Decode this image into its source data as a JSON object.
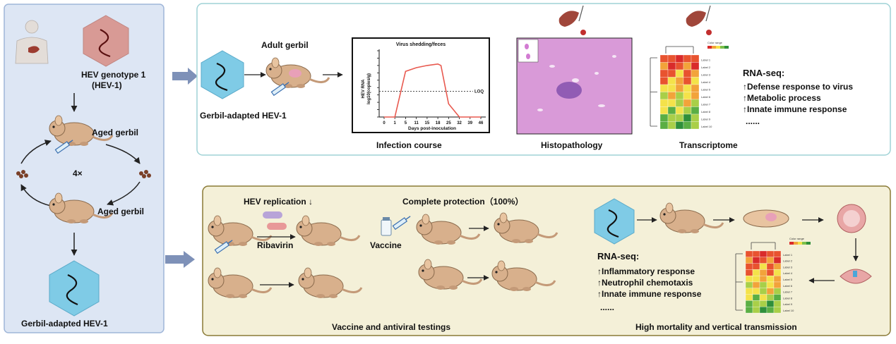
{
  "left_panel": {
    "genotype_label_line1": "HEV genotype 1",
    "genotype_label_line2": "(HEV-1)",
    "aged_gerbil_top": "Aged gerbil",
    "aged_gerbil_bottom": "Aged gerbil",
    "passage_count": "4×",
    "result_label": "Gerbil-adapted HEV-1"
  },
  "top_panel": {
    "virus_label": "Gerbil-adapted HEV-1",
    "adult_gerbil_label": "Adult gerbil",
    "infection_course_caption": "Infection course",
    "histopathology_caption": "Histopathology",
    "transcriptome_caption": "Transcriptome",
    "rnaseq": {
      "title": "RNA-seq:",
      "items": [
        "↑Defense response to virus",
        "↑Metabolic process",
        "↑Innate immune response",
        "......"
      ]
    },
    "heatmap": {
      "legend_title": "Color range",
      "row_labels": [
        "Label 1",
        "Label 2",
        "Label 3",
        "Label 4",
        "Label 5",
        "Label 6",
        "Label 7",
        "Label 8",
        "Label 9",
        "Label 10"
      ]
    }
  },
  "chart_data": {
    "type": "line",
    "title": "Virus shedding/feces",
    "xlabel": "Days post-inoculation",
    "ylabel_line1": "HEV RNA",
    "ylabel_line2": "log10(copies/g)",
    "x_ticks": [
      "0",
      "1",
      "5",
      "11",
      "15",
      "18",
      "25",
      "32",
      "39",
      "46"
    ],
    "x": [
      0,
      1,
      5,
      11,
      15,
      18,
      20,
      25,
      32,
      39,
      46
    ],
    "values": [
      0,
      0,
      6.2,
      6.7,
      7.0,
      7.2,
      7.0,
      1.8,
      0,
      0,
      0
    ],
    "loq_label": "LOQ",
    "loq_value": 3.5,
    "ylim": [
      0,
      9
    ],
    "grid": false
  },
  "bottom_panel": {
    "hev_replication_label": "HEV replication ↓",
    "complete_protection_label": "Complete protection（100%）",
    "ribavirin_label": "Ribavirin",
    "vaccine_label": "Vaccine",
    "caption_left": "Vaccine and antiviral testings",
    "caption_right": "High mortality and vertical transmission",
    "rnaseq": {
      "title": "RNA-seq:",
      "items": [
        "↑Inflammatory response",
        "↑Neutrophil chemotaxis",
        "↑Innate immune response",
        "......"
      ]
    },
    "heatmap": {
      "legend_title": "Color range",
      "row_labels": [
        "Label 1",
        "Label 2",
        "Label 3",
        "Label 4",
        "Label 5",
        "Label 6",
        "Label 7",
        "Label 8",
        "Label 9",
        "Label 10"
      ]
    }
  },
  "colors": {
    "left_panel_bg": "#dde6f4",
    "left_panel_border": "#9fb6d8",
    "top_panel_border": "#9fd2d6",
    "bottom_panel_bg": "#f4f0d8",
    "bottom_panel_border": "#8a7a36",
    "virus_blue": "#7fcbe6",
    "virus_red": "#d89a95",
    "gerbil": "#d8b08c",
    "big_arrow": "#7e91b8",
    "curve": "#e8594f",
    "histology": "#d99ad8"
  }
}
